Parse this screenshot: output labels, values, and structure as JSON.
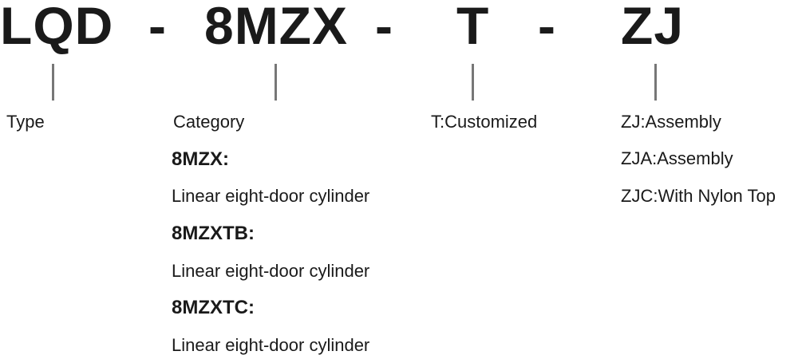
{
  "segments": {
    "type_code": "LQD",
    "category_code": "8MZX",
    "custom_code": "T",
    "assembly_code": "ZJ",
    "separator": "-"
  },
  "labels": {
    "type": "Type",
    "category": "Category",
    "custom": "T:Customized"
  },
  "categories": [
    {
      "code": "8MZX:",
      "desc": "Linear eight-door cylinder"
    },
    {
      "code": "8MZXTB:",
      "desc": "Linear eight-door cylinder"
    },
    {
      "code": "8MZXTC:",
      "desc": "Linear eight-door cylinder"
    }
  ],
  "assembly_options": [
    "ZJ:Assembly",
    "ZJA:Assembly",
    "ZJC:With Nylon Top"
  ],
  "colors": {
    "text": "#1a1a1a",
    "tick": "#777777"
  }
}
